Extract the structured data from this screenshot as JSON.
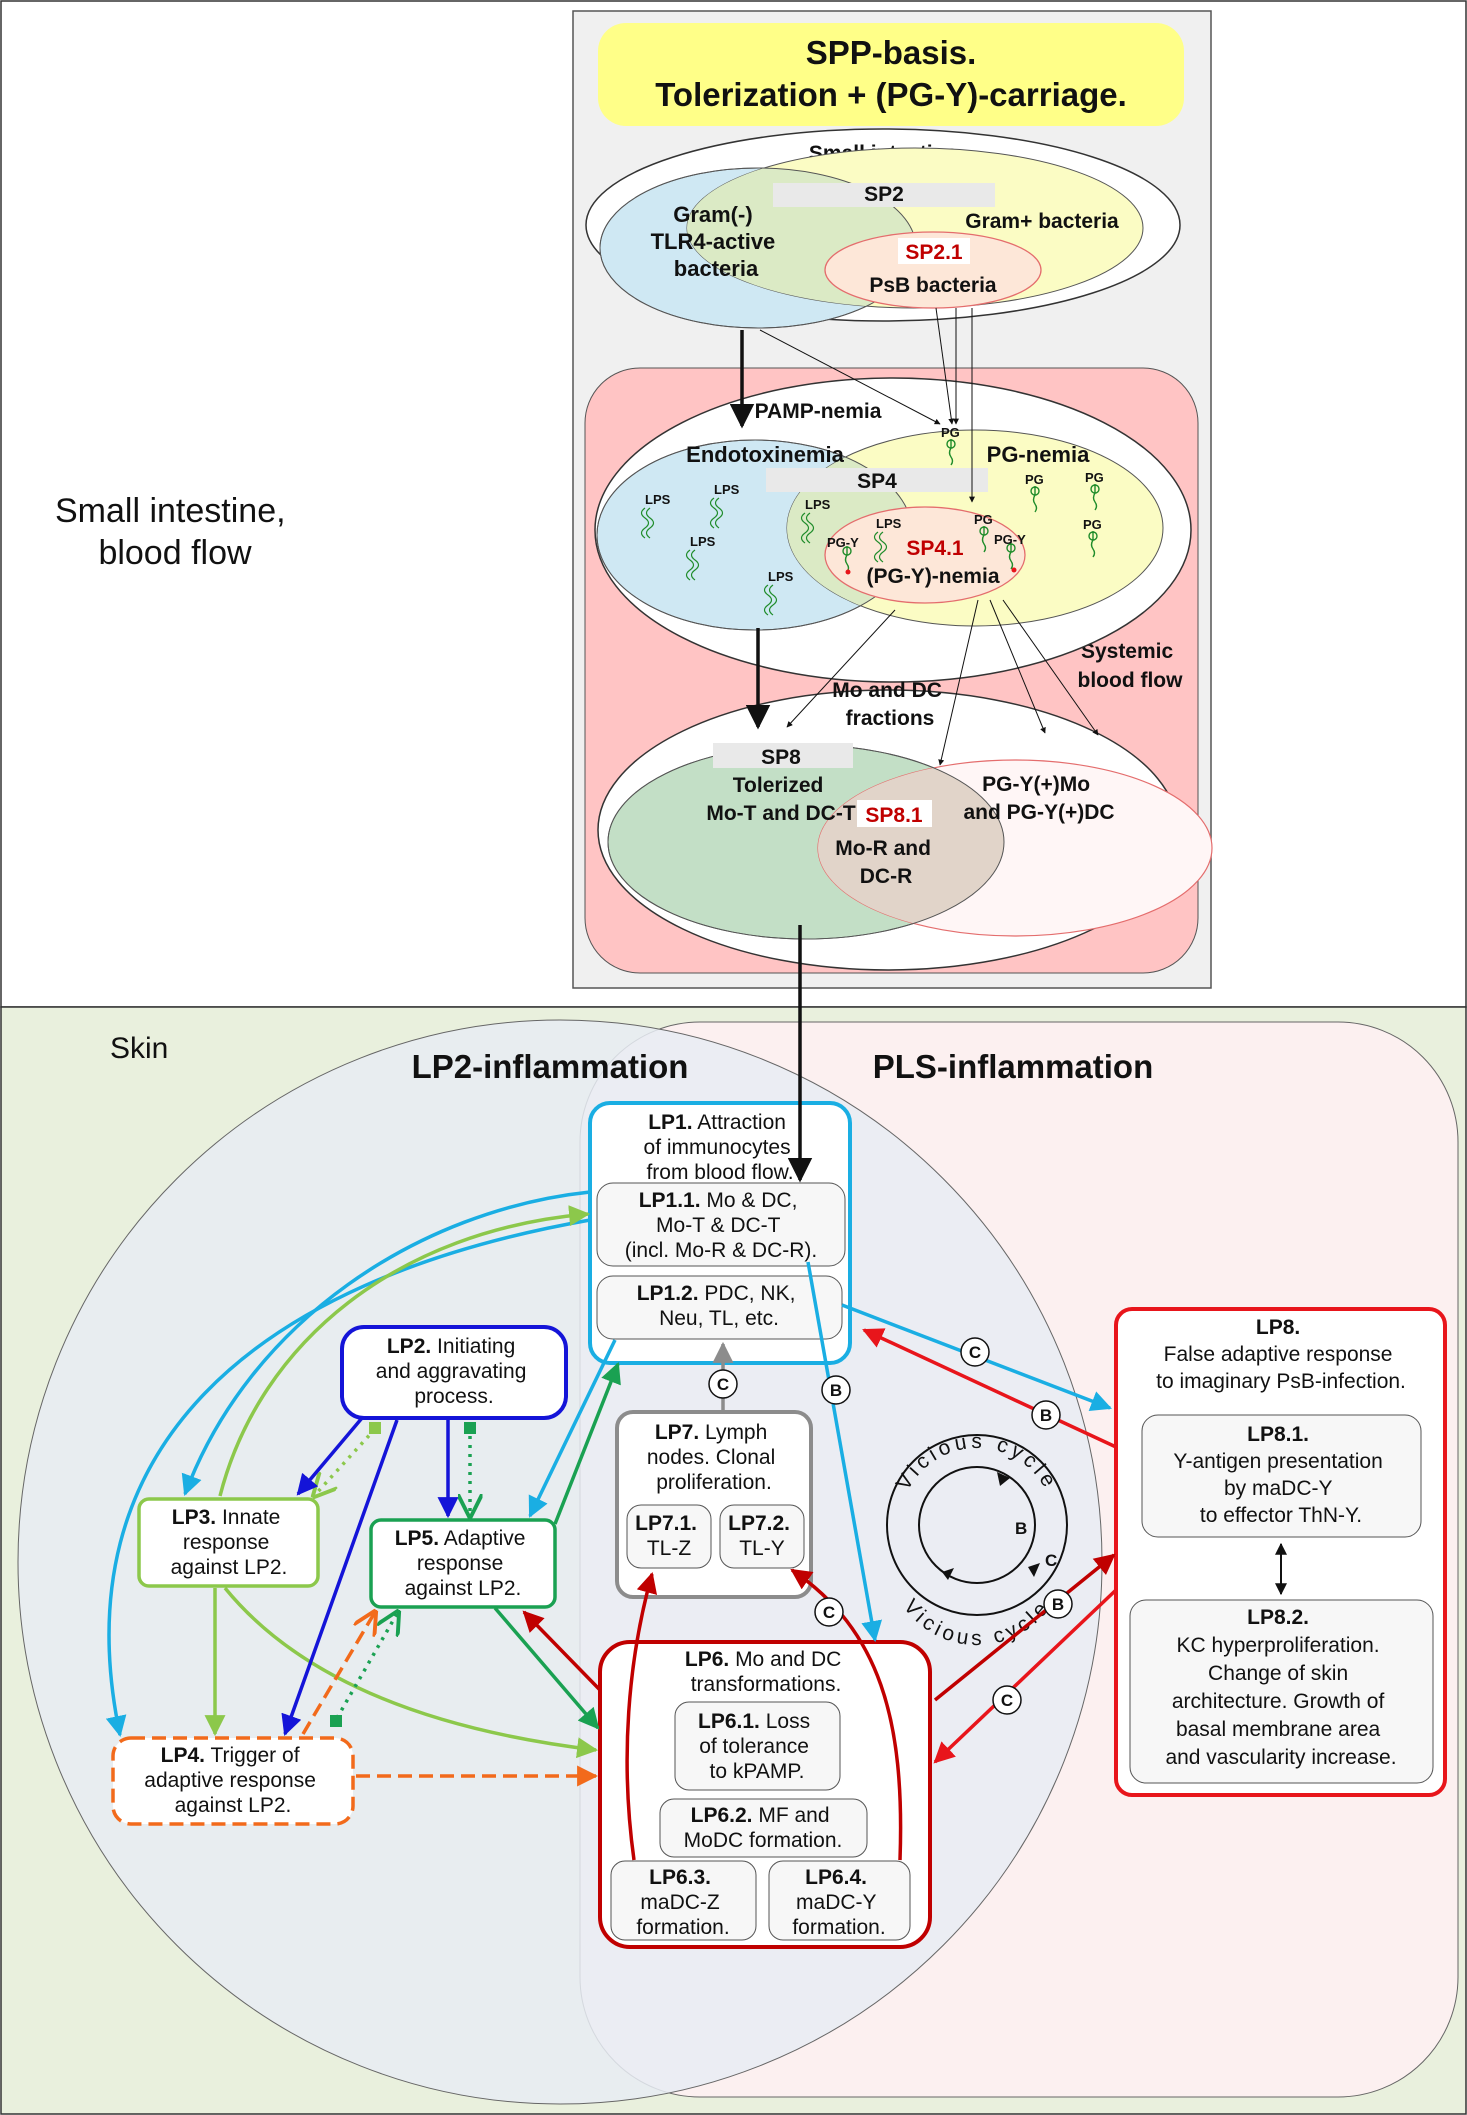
{
  "colors": {
    "lp1_cyan": "#1aaee3",
    "lp2_blue": "#1414d8",
    "lp3_lightgreen": "#8cc84b",
    "lp4_orange": "#f26a1b",
    "lp5_green": "#1aa152",
    "lp6_red": "#c00000",
    "lp7_gray": "#8c8c8c",
    "lp8_red": "#e8151b",
    "gram_neg_blue": "#cfe8f3",
    "gram_pos_yellow": "#fbfcc4",
    "tolerized_green": "#c3dfc6",
    "systemic_pink": "#ffc4c4",
    "skin_bg": "#e9f0dd",
    "spp_title_yellow": "#ffff88"
  },
  "top": {
    "left_label": [
      "Small intestine,",
      "blood flow"
    ],
    "spp_title": [
      "SPP-basis.",
      "Tolerization + (PG-Y)-carriage."
    ],
    "small_intestine": {
      "title": "Small intestine",
      "sp2": "SP2",
      "gram_neg": [
        "Gram(-)",
        "TLR4-active",
        "bacteria"
      ],
      "gram_pos": "Gram+ bacteria",
      "sp21": "SP2.1",
      "psb": "PsB bacteria"
    },
    "pamp": {
      "title": "PAMP-nemia",
      "endotoxinemia": "Endotoxinemia",
      "pg_nemia": "PG-nemia",
      "sp4": "SP4",
      "sp41": "SP4.1",
      "pgy_nemia": "(PG-Y)-nemia",
      "lps": "LPS",
      "pg": "PG",
      "pgy": "PG-Y"
    },
    "systemic": [
      "Systemic",
      "blood flow"
    ],
    "modc": {
      "title": [
        "Mo and DC",
        "fractions"
      ],
      "sp8": "SP8",
      "tolerized": [
        "Tolerized",
        "Mo-T and DC-T"
      ],
      "sp81": "SP8.1",
      "mor": [
        "Mo-R and",
        "DC-R"
      ],
      "pgy_mo": [
        "PG-Y(+)Mo",
        "and PG-Y(+)DC"
      ]
    }
  },
  "skin": {
    "label": "Skin",
    "lp2_infl": "LP2-inflammation",
    "pls_infl": "PLS-inflammation",
    "lp1": {
      "b": "LP1.",
      "t": [
        " Attraction",
        "of immunocytes",
        "from blood flow."
      ]
    },
    "lp11": {
      "b": "LP1.1.",
      "t": [
        " Mo & DC,",
        "Mo-T & DC-T",
        "(incl. Mo-R & DC-R)."
      ]
    },
    "lp12": {
      "b": "LP1.2.",
      "t": [
        " PDC, NK,",
        "Neu, TL, etc."
      ]
    },
    "lp2": {
      "b": "LP2.",
      "t": [
        " Initiating",
        "and aggravating",
        "process."
      ]
    },
    "lp3": {
      "b": "LP3.",
      "t": [
        " Innate",
        "response",
        "against LP2."
      ]
    },
    "lp4": {
      "b": "LP4.",
      "t": [
        " Trigger of",
        "adaptive response",
        "against LP2."
      ]
    },
    "lp5": {
      "b": "LP5.",
      "t": [
        " Adaptive",
        "response",
        "against LP2."
      ]
    },
    "lp6": {
      "b": "LP6.",
      "t": [
        " Mo and DC",
        "transformations."
      ]
    },
    "lp61": {
      "b": "LP6.1.",
      "t": [
        " Loss",
        "of tolerance",
        "to kPAMP."
      ]
    },
    "lp62": {
      "b": "LP6.2.",
      "t": [
        " MF and",
        "MoDC formation."
      ]
    },
    "lp63": {
      "b": "LP6.3.",
      "t": [
        "maDC-Z",
        "formation."
      ]
    },
    "lp64": {
      "b": "LP6.4.",
      "t": [
        "maDC-Y",
        "formation."
      ]
    },
    "lp7": {
      "b": "LP7.",
      "t": [
        " Lymph",
        "nodes. Clonal",
        "proliferation."
      ]
    },
    "lp71": {
      "b": "LP7.1.",
      "t": [
        "TL-Z"
      ]
    },
    "lp72": {
      "b": "LP7.2.",
      "t": [
        "TL-Y"
      ]
    },
    "lp8": {
      "b": "LP8.",
      "t": [
        "False adaptive response",
        "to imaginary PsB-infection."
      ]
    },
    "lp81": {
      "b": "LP8.1.",
      "t": [
        "Y-antigen presentation",
        "by maDC-Y",
        "to effector ThN-Y."
      ]
    },
    "lp82": {
      "b": "LP8.2.",
      "t": [
        "KC hyperproliferation.",
        "Change of skin",
        "architecture.  Growth of",
        "basal membrane area",
        "and vascularity increase."
      ]
    },
    "vicious": "Vicious cycle",
    "letter_b": "B",
    "letter_c": "C"
  }
}
